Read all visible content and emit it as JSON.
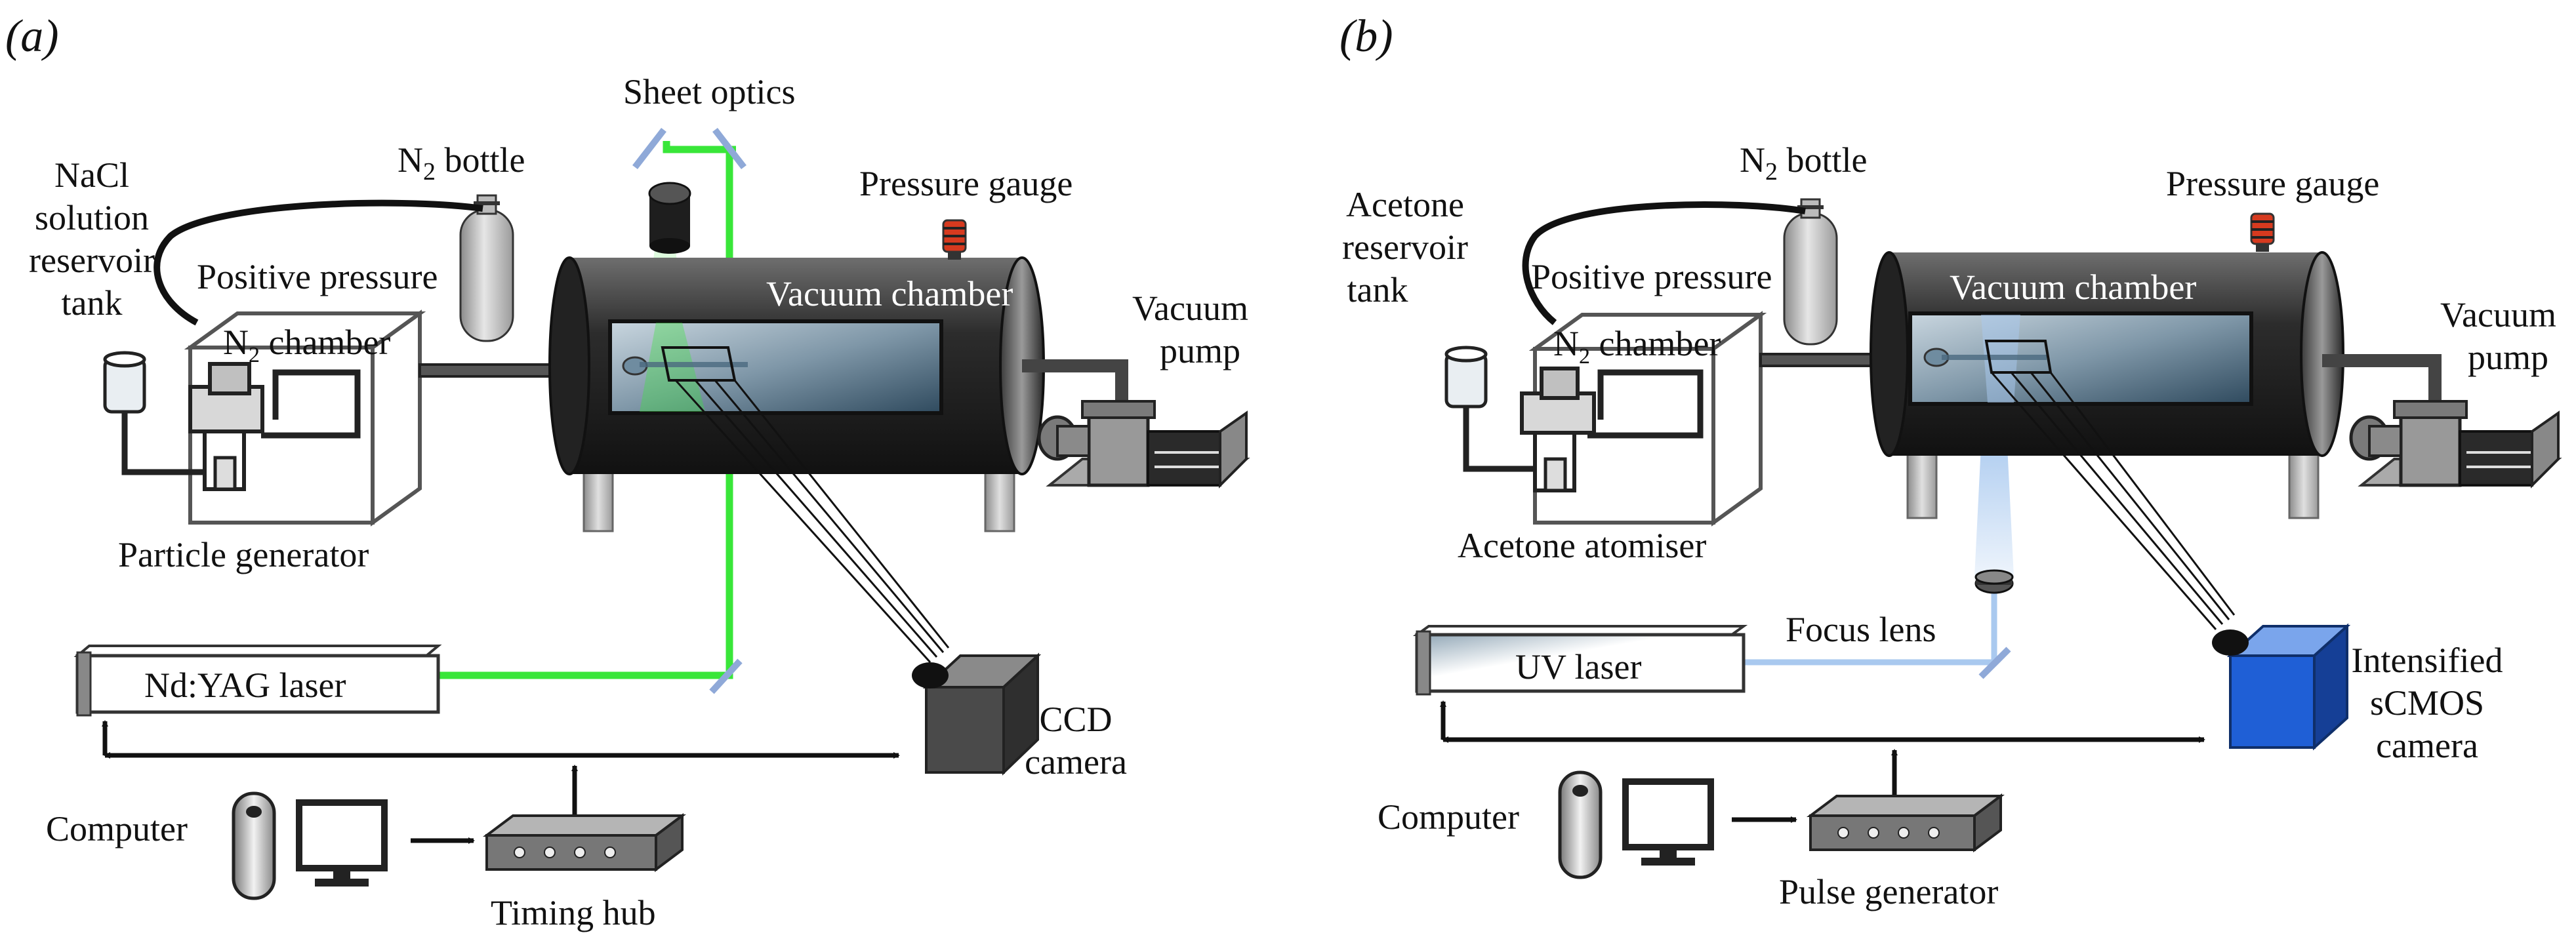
{
  "panel_a": {
    "panel_label": "(a)",
    "sheet_optics": "Sheet optics",
    "n2_bottle": {
      "base": "N",
      "sub": "2",
      "rest": " bottle"
    },
    "pressure_gauge": "Pressure gauge",
    "reservoir": [
      "NaCl",
      "solution",
      "reservoir",
      "tank"
    ],
    "positive_pressure": "Positive pressure",
    "vacuum_chamber": "Vacuum chamber",
    "vacuum_pump": [
      "Vacuum",
      "pump"
    ],
    "n2_chamber": {
      "base": "N",
      "sub": "2",
      "rest": " chamber"
    },
    "particle_generator": "Particle generator",
    "laser": "Nd:YAG laser",
    "camera": [
      "CCD",
      "camera"
    ],
    "computer": "Computer",
    "hub": "Timing hub"
  },
  "panel_b": {
    "panel_label": "(b)",
    "n2_bottle": {
      "base": "N",
      "sub": "2",
      "rest": " bottle"
    },
    "pressure_gauge": "Pressure gauge",
    "reservoir": [
      "Acetone",
      "reservoir",
      "tank"
    ],
    "positive_pressure": "Positive pressure",
    "vacuum_chamber": "Vacuum chamber",
    "vacuum_pump": [
      "Vacuum",
      "pump"
    ],
    "n2_chamber": {
      "base": "N",
      "sub": "2",
      "rest": " chamber"
    },
    "atomiser": "Acetone atomiser",
    "focus_lens": "Focus lens",
    "laser": "UV laser",
    "camera": [
      "Intensified",
      "sCMOS",
      "camera"
    ],
    "computer": "Computer",
    "hub": "Pulse generator"
  },
  "colors": {
    "green_beam": "#39e639",
    "uv_beam": "#a9c9ef",
    "blue_camera": "#1f5fd6",
    "chamber": "#2b2b2b",
    "gauge_red": "#d63a1f"
  }
}
